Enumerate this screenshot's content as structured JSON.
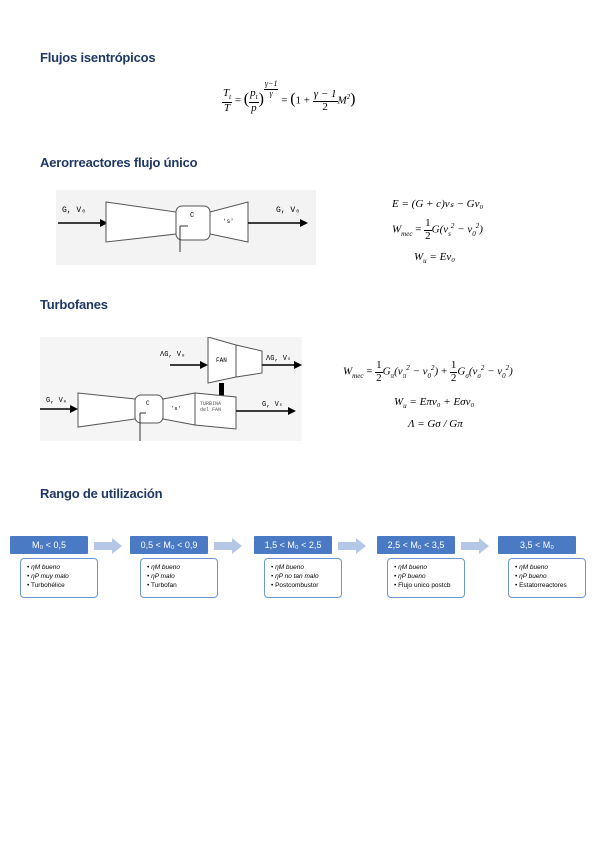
{
  "sections": {
    "isentropic": "Flujos isentrópicos",
    "single_flow": "Aerorreactores flujo único",
    "turbofans": "Turbofanes",
    "range": "Rango de utilización"
  },
  "diagram1": {
    "in_label": "G,  V₀",
    "c_label": "C",
    "s_label": "'s'",
    "out_label": "G,  V₀"
  },
  "diagram2": {
    "fan_in_label": "ΛG,  V₀",
    "fan_label": "FAN",
    "fan_out_label": "ΛG, Vₛ",
    "core_in_label": "G,  V₀",
    "c_label": "C",
    "s_label": "'s'",
    "turbine_label_1": "TURBINA",
    "turbine_label_2": "del FAN",
    "core_out_label": "G,  Vₛ"
  },
  "equations": {
    "e1_lhs": "E",
    "e1_rhs": "= (G + c)vₛ − Gv₀",
    "e2_lhs": "W",
    "e2_sub": "mec",
    "e3_lhs": "W",
    "e3_sub": "u",
    "e3_rhs": "= Ev₀",
    "t3_lhs": "W",
    "t3_sub": "u",
    "t3_rhs": "= Eπv₀ + Eσv₀",
    "t4": "Λ = Gσ / Gπ"
  },
  "range": [
    {
      "header": "M₀ < 0,5",
      "items": [
        "ηM bueno",
        "ηP muy malo",
        "Turbohélice"
      ]
    },
    {
      "header": "0,5 < M₀ < 0,9",
      "items": [
        "ηM bueno",
        "ηP malo",
        "Turbofan"
      ]
    },
    {
      "header": "1,5 < M₀ < 2,5",
      "items": [
        "ηM bueno",
        "ηP no tan malo",
        "Postcombustor"
      ]
    },
    {
      "header": "2,5 < M₀ < 3,5",
      "items": [
        "ηM bueno",
        "ηP bueno",
        "Flujo unico postcb"
      ]
    },
    {
      "header": "3,5 < M₀",
      "items": [
        "ηM bueno",
        "ηP bueno",
        "Estatorreactores"
      ]
    }
  ],
  "colors": {
    "heading": "#1f3864",
    "box_header": "#4a7ac4",
    "box_border": "#6c97d4",
    "arrow": "#b4c7e7"
  }
}
